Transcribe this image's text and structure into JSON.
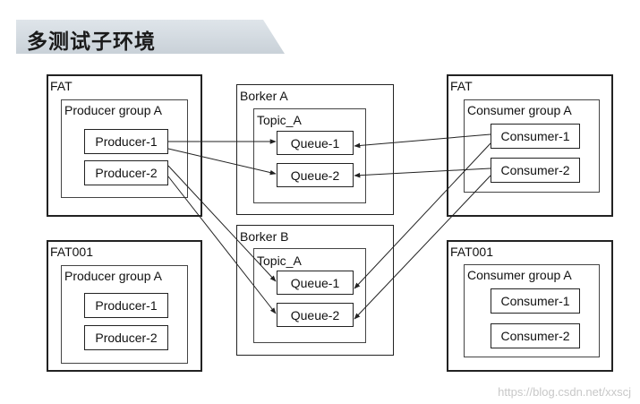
{
  "title": "多测试子环境",
  "fat": {
    "env_label": "FAT",
    "producer_group_label": "Producer group A",
    "producer_1": "Producer-1",
    "producer_2": "Producer-2",
    "consumer_env_label": "FAT",
    "consumer_group_label": "Consumer group A",
    "consumer_1": "Consumer-1",
    "consumer_2": "Consumer-2"
  },
  "fat001": {
    "env_label": "FAT001",
    "producer_group_label": "Producer group A",
    "producer_1": "Producer-1",
    "producer_2": "Producer-2",
    "consumer_env_label": "FAT001",
    "consumer_group_label": "Consumer group A",
    "consumer_1": "Consumer-1",
    "consumer_2": "Consumer-2"
  },
  "broker_a": {
    "label": "Borker A",
    "topic_label": "Topic_A",
    "queue_1": "Queue-1",
    "queue_2": "Queue-2"
  },
  "broker_b": {
    "label": "Borker B",
    "topic_label": "Topic_A",
    "queue_1": "Queue-1",
    "queue_2": "Queue-2"
  },
  "watermark": "https://blog.csdn.net/xxscj"
}
